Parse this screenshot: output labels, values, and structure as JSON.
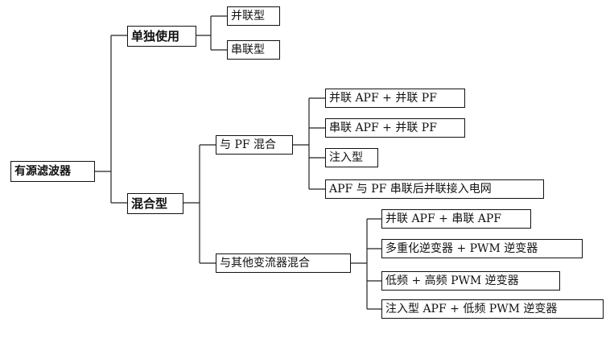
{
  "diagram": {
    "root": "有源滤波器",
    "standalone": {
      "label": "单独使用",
      "children": [
        "并联型",
        "串联型"
      ]
    },
    "hybrid": {
      "label": "混合型",
      "pf_mix": {
        "label": "与 PF 混合",
        "children": [
          "并联 APF + 并联 PF",
          "串联 APF + 并联 PF",
          "注入型",
          "APF 与 PF 串联后并联接入电网"
        ]
      },
      "converter_mix": {
        "label": "与其他变流器混合",
        "children": [
          "并联 APF + 串联 APF",
          "多重化逆变器 + PWM 逆变器",
          "低频 + 高频 PWM 逆变器",
          "注入型 APF + 低频 PWM 逆变器"
        ]
      }
    }
  }
}
